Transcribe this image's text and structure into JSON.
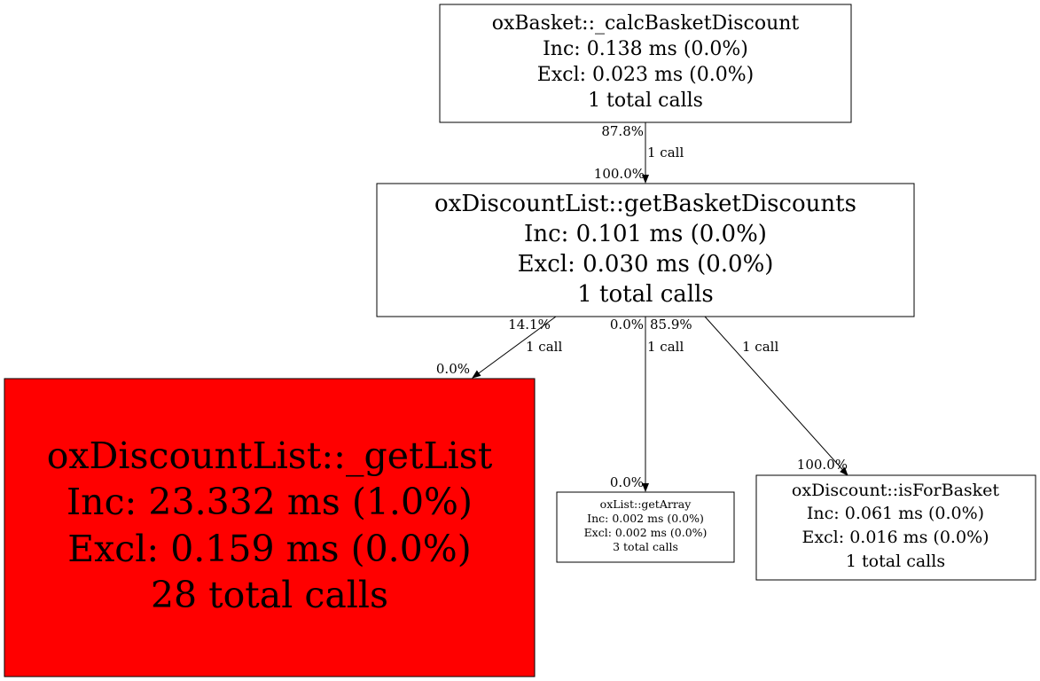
{
  "nodes": {
    "calc_basket_discount": {
      "lines": [
        "oxBasket::_calcBasketDiscount",
        "Inc: 0.138 ms (0.0%)",
        "Excl: 0.023 ms (0.0%)",
        "1 total calls"
      ],
      "fill": "#ffffff"
    },
    "get_basket_discounts": {
      "lines": [
        "oxDiscountList::getBasketDiscounts",
        "Inc: 0.101 ms (0.0%)",
        "Excl: 0.030 ms (0.0%)",
        "1 total calls"
      ],
      "fill": "#ffffff"
    },
    "get_list": {
      "lines": [
        "oxDiscountList::_getList",
        "Inc: 23.332 ms (1.0%)",
        "Excl: 0.159 ms (0.0%)",
        "28 total calls"
      ],
      "fill": "#ff0000"
    },
    "get_array": {
      "lines": [
        "oxList::getArray",
        "Inc: 0.002 ms (0.0%)",
        "Excl: 0.002 ms (0.0%)",
        "3 total calls"
      ],
      "fill": "#ffffff"
    },
    "is_for_basket": {
      "lines": [
        "oxDiscount::isForBasket",
        "Inc: 0.061 ms (0.0%)",
        "Excl: 0.016 ms (0.0%)",
        "1 total calls"
      ],
      "fill": "#ffffff"
    }
  },
  "edges": {
    "e1": {
      "tail": "87.8%",
      "calls": "1 call",
      "head": "100.0%"
    },
    "e2": {
      "tail": "14.1%",
      "calls": "1 call",
      "head": "0.0%"
    },
    "e3": {
      "tail": "0.0%",
      "calls": "1 call",
      "head": "0.0%"
    },
    "e4": {
      "tail": "85.9%",
      "calls": "1 call",
      "head": "100.0%"
    }
  }
}
